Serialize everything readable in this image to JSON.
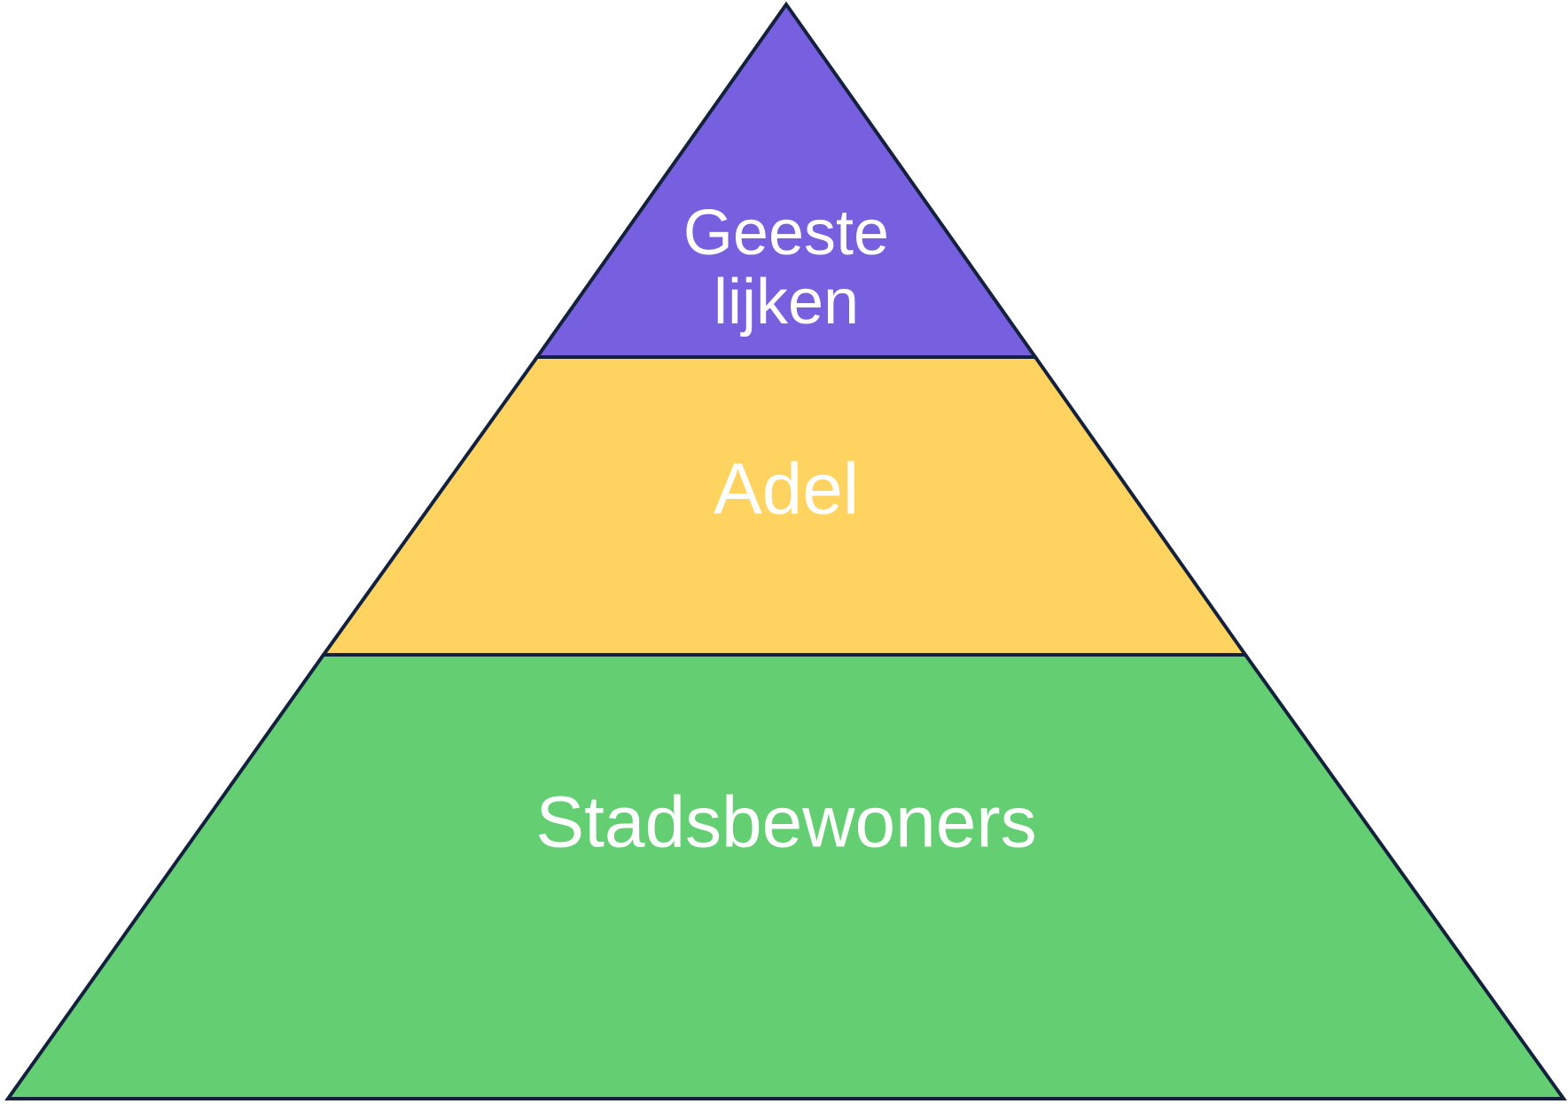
{
  "pyramid": {
    "tiers": [
      {
        "name": "top",
        "label_lines": [
          "Geeste",
          "lijken"
        ],
        "fill": "#7660df"
      },
      {
        "name": "middle",
        "label_lines": [
          "Adel"
        ],
        "fill": "#fed35f"
      },
      {
        "name": "bottom",
        "label_lines": [
          "Stadsbewoners"
        ],
        "fill": "#64cf72"
      }
    ],
    "outline_color": "#14213d",
    "label_color": "#ffffff"
  }
}
